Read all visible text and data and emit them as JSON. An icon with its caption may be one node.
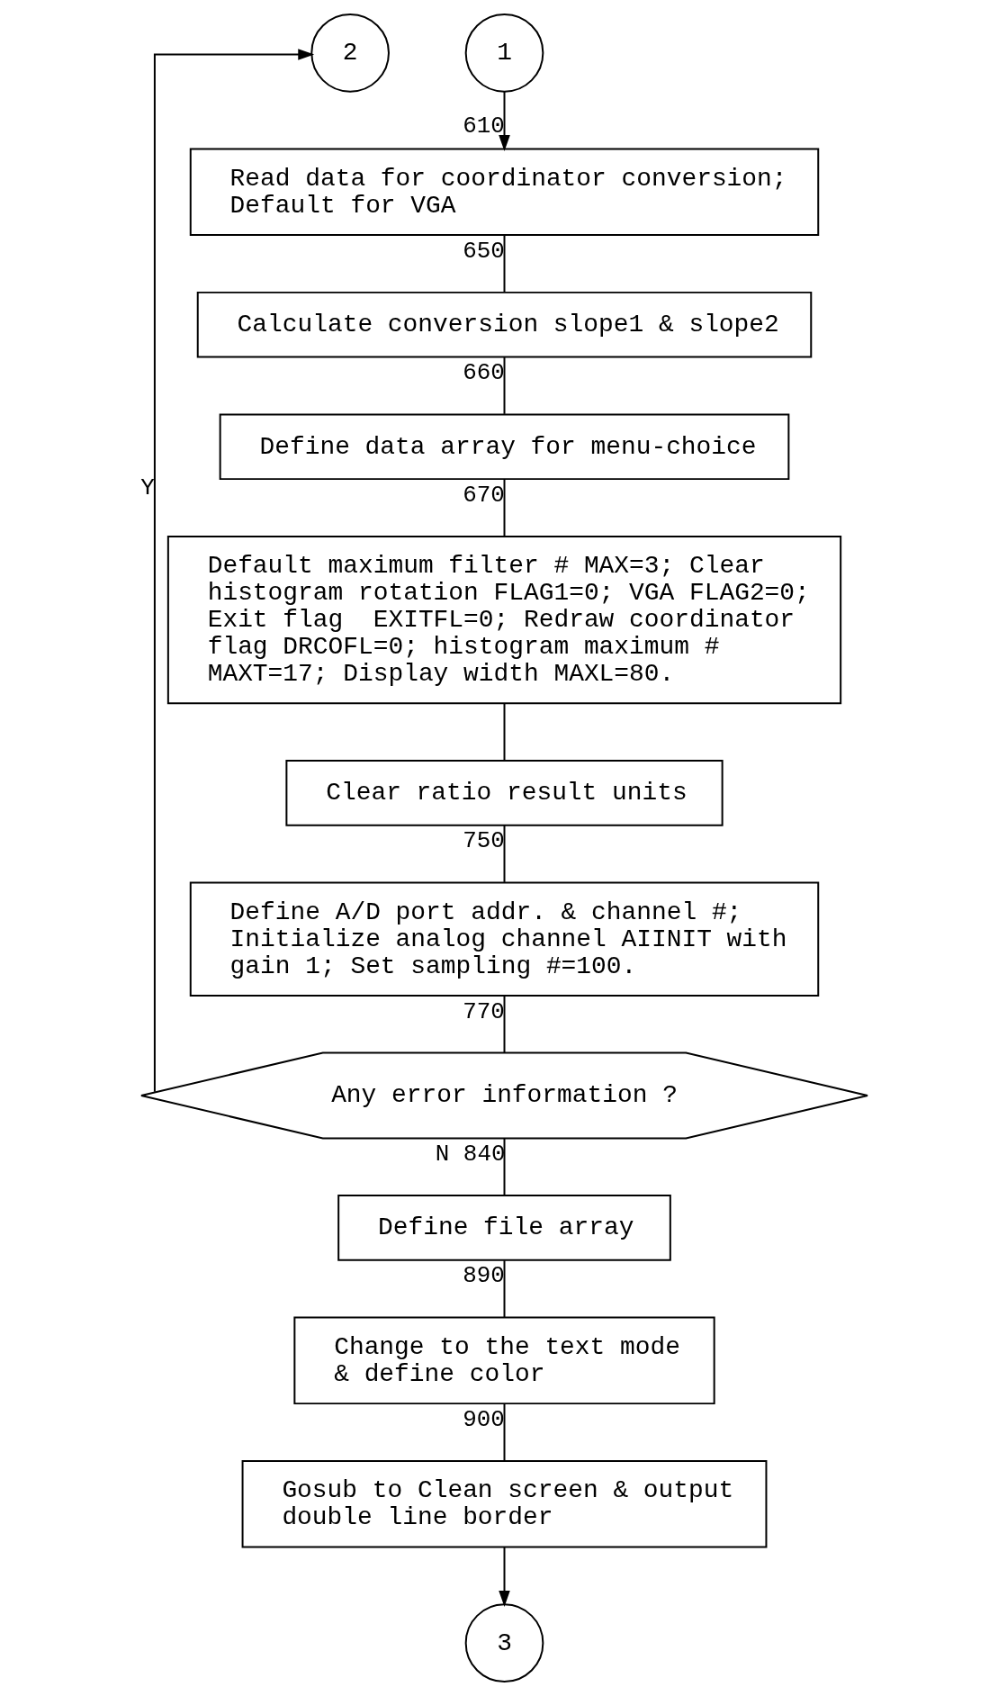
{
  "diagram": {
    "nodes": [
      {
        "text": [
          "2"
        ]
      },
      {
        "text": [
          "1"
        ]
      },
      {
        "text": [
          "Read data for coordinator conversion; Default for VGA"
        ]
      },
      {
        "text": [
          "Calculate conversion slope1 & slope2"
        ]
      },
      {
        "text": [
          "Define data array for menu-choice"
        ]
      },
      {
        "text": [
          "Default maximum filter # MAX=3; Clear histogram rotation FLAG1=0; VGA FLAG2=0; Exit flag  EXITFL=0; Redraw coordinator flag DRCOFL=0; histogram maximum # MAXT=17; Display width MAXL=80."
        ]
      },
      {
        "text": [
          "Clear ratio result units"
        ]
      },
      {
        "text": [
          "Define A/D port addr. & channel #; Initialize analog channel AIINIT with gain 1; Set sampling #=100."
        ]
      },
      {
        "text": [
          "Any error information ?"
        ]
      },
      {
        "text": [
          "Define file array"
        ]
      },
      {
        "text": [
          "Change to the text mode & define color"
        ]
      },
      {
        "text": [
          "Gosub to Clean screen & output double line border"
        ]
      },
      {
        "text": [
          "3"
        ]
      }
    ],
    "edges": [
      {
        "from": 1,
        "to": 2,
        "arrow": "to",
        "label": "610"
      },
      {
        "from": 2,
        "to": 3,
        "arrow": "none",
        "label": "650"
      },
      {
        "from": 3,
        "to": 4,
        "arrow": "none",
        "label": "660"
      },
      {
        "from": 4,
        "to": 5,
        "arrow": "none",
        "label": "670"
      },
      {
        "from": 5,
        "to": 6,
        "arrow": "none"
      },
      {
        "from": 6,
        "to": 7,
        "arrow": "none",
        "label": "750"
      },
      {
        "from": 7,
        "to": 8,
        "arrow": "none",
        "label": "770"
      },
      {
        "from": 8,
        "to": 0,
        "arrow": "to",
        "label": "Y"
      },
      {
        "from": 8,
        "to": 9,
        "arrow": "none",
        "label": "N 840"
      },
      {
        "from": 9,
        "to": 10,
        "arrow": "none",
        "label": "890"
      },
      {
        "from": 10,
        "to": 11,
        "arrow": "none",
        "label": "900"
      },
      {
        "from": 11,
        "to": 12,
        "arrow": "to"
      }
    ]
  }
}
